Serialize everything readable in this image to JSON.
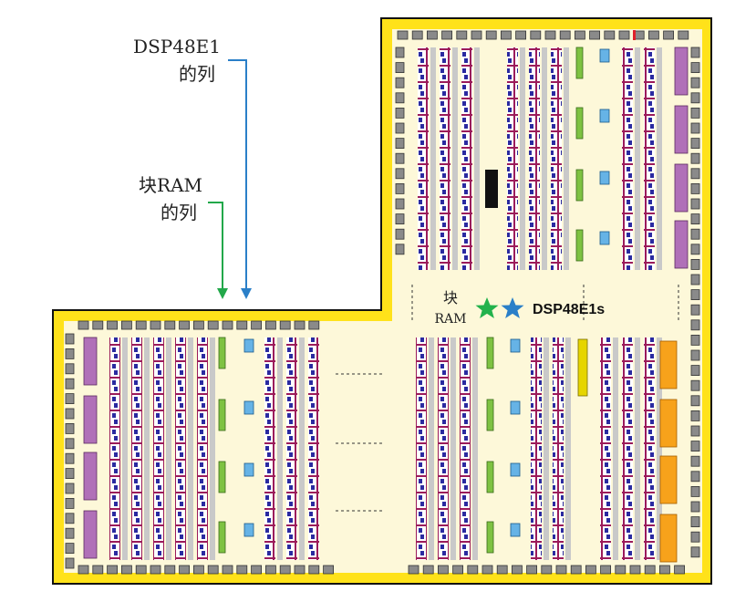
{
  "labels": {
    "dsp_column_line1": "DSP48E1",
    "dsp_column_line2": "的列",
    "bram_column_line1": "块RAM",
    "bram_column_line2": "的列",
    "center_block_line1": "块",
    "center_block_line2": "RAM",
    "center_dsp": "DSP48E1s"
  },
  "colors": {
    "chip_border": "#ffe21a",
    "chip_fill": "#fdf8d9",
    "io_block": "#8a8a8a",
    "clb_outline": "#9b1b5a",
    "clb_cell": "#2a2aa0",
    "block_ram": "#7ec242",
    "dsp": "#66b3e6",
    "clock_tile": "#b070b8",
    "transceiver": "#f7a21b",
    "pcie": "#e6d500",
    "black_tile": "#111111",
    "arrow_blue": "#2a7fc8",
    "arrow_green": "#22a84a",
    "star_green": "#22b24c",
    "star_blue": "#2a7fc8"
  }
}
